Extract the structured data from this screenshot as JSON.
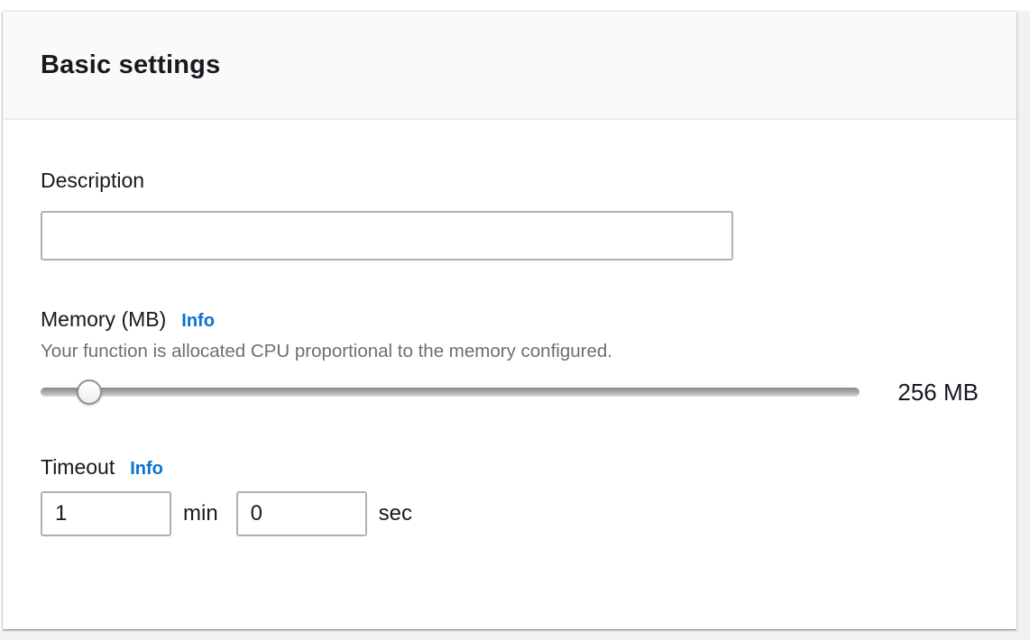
{
  "panel": {
    "title": "Basic settings"
  },
  "description": {
    "label": "Description",
    "value": "",
    "placeholder": ""
  },
  "memory": {
    "label": "Memory (MB)",
    "info_label": "Info",
    "help_text": "Your function is allocated CPU proportional to the memory configured.",
    "value_label": "256 MB",
    "slider_percent": 6
  },
  "timeout": {
    "label": "Timeout",
    "info_label": "Info",
    "minutes_value": "1",
    "minutes_unit": "min",
    "seconds_value": "0",
    "seconds_unit": "sec"
  },
  "colors": {
    "info_link": "#0972d3",
    "text_primary": "#16191f",
    "text_secondary": "#687078",
    "card_header_bg": "#fafafa",
    "page_bg": "#f0f1f1",
    "input_border": "#a9b3b7"
  }
}
